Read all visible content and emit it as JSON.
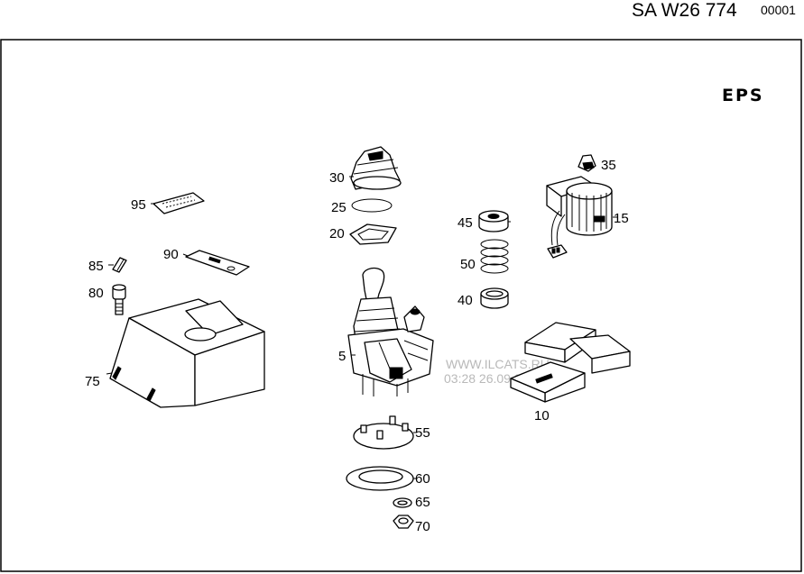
{
  "header": {
    "code": "SA W26 774",
    "number": "00001"
  },
  "tag": "EPS",
  "watermark": {
    "line1": "WWW.ILCATS.RU",
    "line2": "03:28 26.09.2026"
  },
  "callouts": [
    "95",
    "90",
    "85",
    "80",
    "75",
    "30",
    "25",
    "20",
    "5",
    "55",
    "60",
    "65",
    "70",
    "45",
    "50",
    "40",
    "35",
    "15",
    "10"
  ]
}
